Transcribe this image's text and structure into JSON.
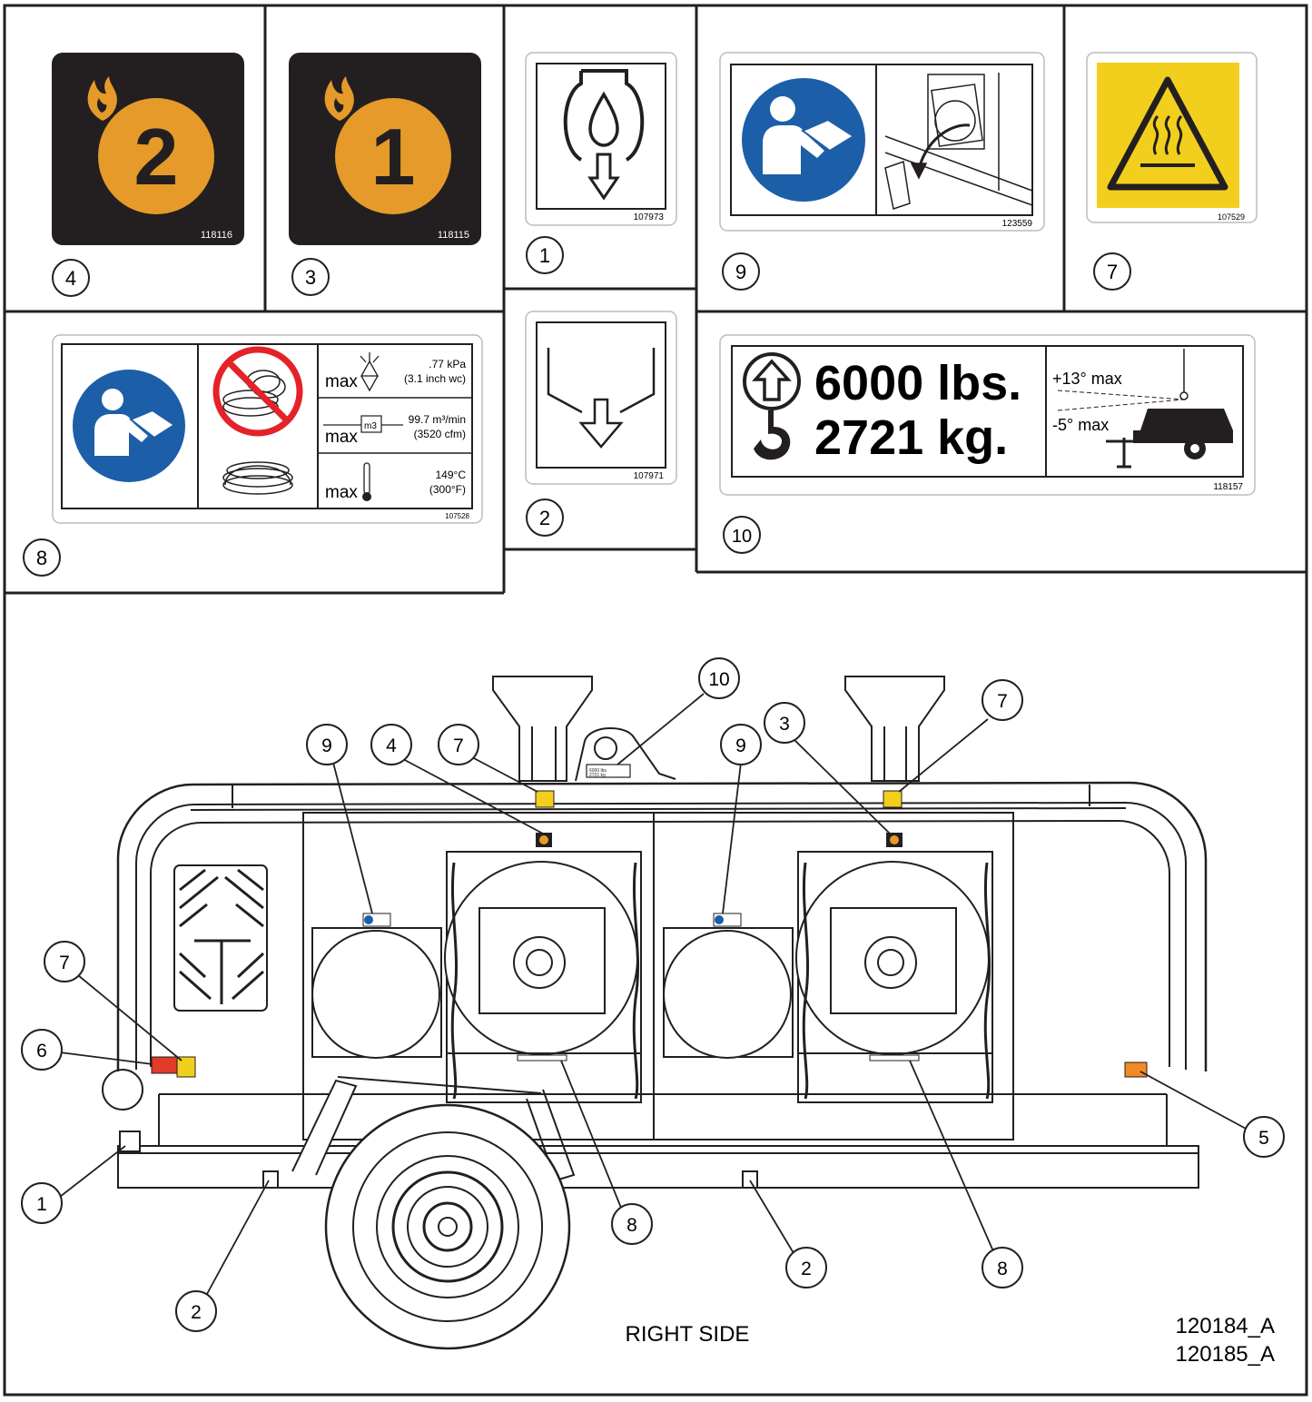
{
  "colors": {
    "ink": "#231f20",
    "decal_dark": "#231f20",
    "flame_orange": "#e59a2a",
    "mandatory_blue": "#1d5ea8",
    "warning_yellow": "#f2cf1d",
    "prohibition_red": "#e42229",
    "tail_red": "#e23b2a",
    "marker_orange": "#f08a24"
  },
  "decals": {
    "d4": {
      "callout": "4",
      "part_no": "118116",
      "digit": "2"
    },
    "d3": {
      "callout": "3",
      "part_no": "118115",
      "digit": "1"
    },
    "d1": {
      "callout": "1",
      "part_no": "107973"
    },
    "d9": {
      "callout": "9",
      "part_no": "123559"
    },
    "d7": {
      "callout": "7",
      "part_no": "107529"
    },
    "d8": {
      "callout": "8",
      "part_no": "107528",
      "rows": [
        {
          "label": "max",
          "value": ".77 kPa",
          "value2": "(3.1 inch wc)"
        },
        {
          "label": "max",
          "unit": "m3",
          "value": "99.7 m³/min",
          "value2": "(3520 cfm)"
        },
        {
          "label": "max",
          "value": "149°C",
          "value2": "(300°F)"
        }
      ]
    },
    "d2": {
      "callout": "2",
      "part_no": "107971"
    },
    "d10": {
      "callout": "10",
      "part_no": "118157",
      "weight_lbs": "6000 lbs.",
      "weight_kg": "2721 kg.",
      "angle_up": "+13° max",
      "angle_down": "-5° max"
    }
  },
  "diagram": {
    "view_label": "RIGHT SIDE",
    "drawing_no_1": "120184_A",
    "drawing_no_2": "120185_A",
    "callouts": [
      "10",
      "9",
      "4",
      "7",
      "9",
      "3",
      "7",
      "7",
      "6",
      "1",
      "2",
      "8",
      "2",
      "8",
      "5"
    ]
  }
}
